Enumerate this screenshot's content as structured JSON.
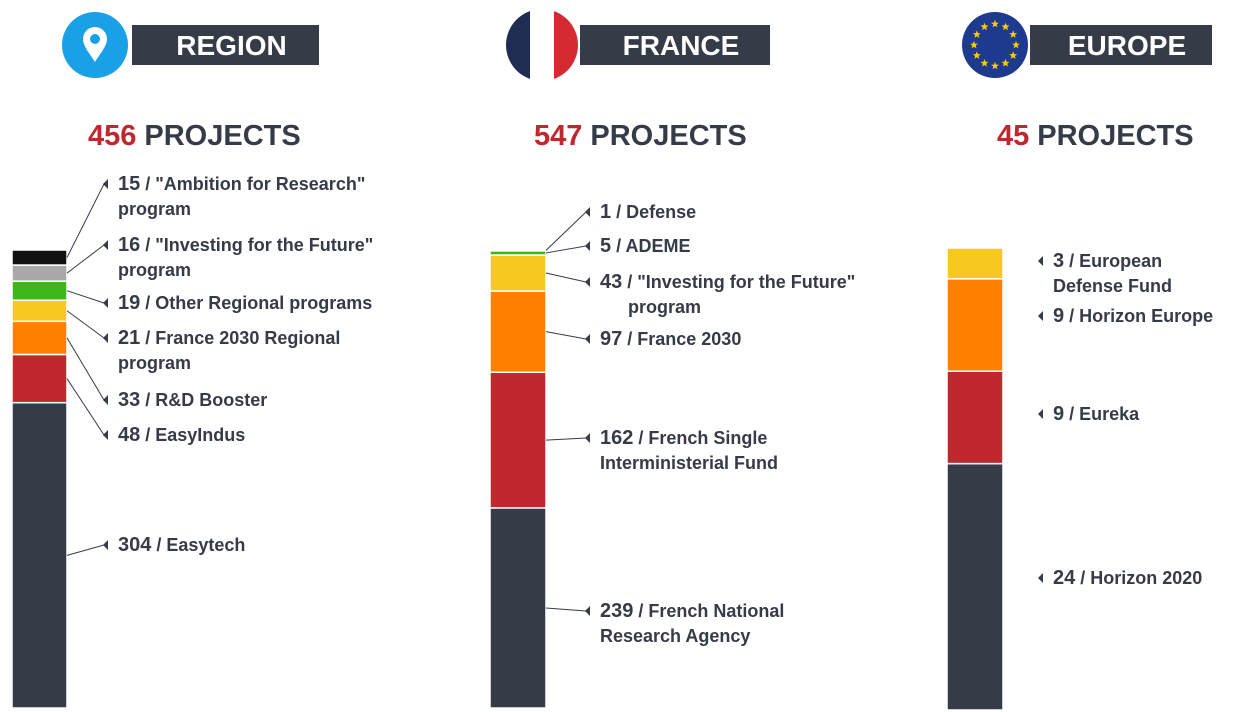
{
  "colors": {
    "dark": "#363b48",
    "red": "#c0282f",
    "orange": "#ff8000",
    "yellow": "#f7c820",
    "green": "#3fb619",
    "grey": "#a8a8a8",
    "black": "#111111",
    "accent": "#c0282f",
    "text": "#363b48",
    "region_icon": "#1aa0e6",
    "flag_blue": "#1f2d53",
    "flag_red": "#d62a33",
    "eu_blue": "#1d3a8f",
    "eu_star": "#ffcc00"
  },
  "chart_data": [
    {
      "type": "bar",
      "stacked": true,
      "header": "REGION",
      "icon": "location-pin-icon",
      "total": "456",
      "total_suffix": "PROJECTS",
      "segments": [
        {
          "value": 304,
          "color": "dark",
          "label_num": "304",
          "label_lines": [
            " / Easytech"
          ]
        },
        {
          "value": 48,
          "color": "red",
          "label_num": "48",
          "label_lines": [
            " / EasyIndus"
          ]
        },
        {
          "value": 33,
          "color": "orange",
          "label_num": "33",
          "label_lines": [
            " / R&D Booster"
          ]
        },
        {
          "value": 21,
          "color": "yellow",
          "label_num": "21",
          "label_lines": [
            " / France 2030 Regional",
            "program"
          ]
        },
        {
          "value": 19,
          "color": "green",
          "label_num": "19",
          "label_lines": [
            " / Other Regional programs"
          ]
        },
        {
          "value": 16,
          "color": "grey",
          "label_num": "16",
          "label_lines": [
            " / \"Investing for the Future\"",
            "program"
          ]
        },
        {
          "value": 15,
          "color": "black",
          "label_num": "15",
          "label_lines": [
            " / \"Ambition for Research\"",
            "program"
          ]
        }
      ]
    },
    {
      "type": "bar",
      "stacked": true,
      "header": "FRANCE",
      "icon": "france-flag-icon",
      "total": "547",
      "total_suffix": "PROJECTS",
      "segments": [
        {
          "value": 239,
          "color": "dark",
          "label_num": "239",
          "label_lines": [
            " / French National",
            "Research Agency"
          ]
        },
        {
          "value": 162,
          "color": "red",
          "label_num": "162",
          "label_lines": [
            " / French Single",
            "Interministerial Fund"
          ]
        },
        {
          "value": 97,
          "color": "orange",
          "label_num": "97",
          "label_lines": [
            " / France 2030"
          ]
        },
        {
          "value": 43,
          "color": "yellow",
          "label_num": "43",
          "label_lines": [
            " / \"Investing for the Future\"",
            "program"
          ]
        },
        {
          "value": 5,
          "color": "green",
          "label_num": "5",
          "label_lines": [
            " / ADEME"
          ]
        },
        {
          "value": 1,
          "color": "grey",
          "label_num": "1",
          "label_lines": [
            " / Defense"
          ]
        }
      ]
    },
    {
      "type": "bar",
      "stacked": true,
      "header": "EUROPE",
      "icon": "eu-flag-icon",
      "total": "45",
      "total_suffix": "PROJECTS",
      "segments": [
        {
          "value": 24,
          "color": "dark",
          "label_num": "24",
          "label_lines": [
            " / Horizon 2020"
          ]
        },
        {
          "value": 9,
          "color": "red",
          "label_num": "9",
          "label_lines": [
            " / Eureka"
          ]
        },
        {
          "value": 9,
          "color": "orange",
          "label_num": "9",
          "label_lines": [
            " / Horizon Europe"
          ]
        },
        {
          "value": 3,
          "color": "yellow",
          "label_num": "3",
          "label_lines": [
            " / European",
            "Defense Fund"
          ]
        }
      ]
    }
  ]
}
